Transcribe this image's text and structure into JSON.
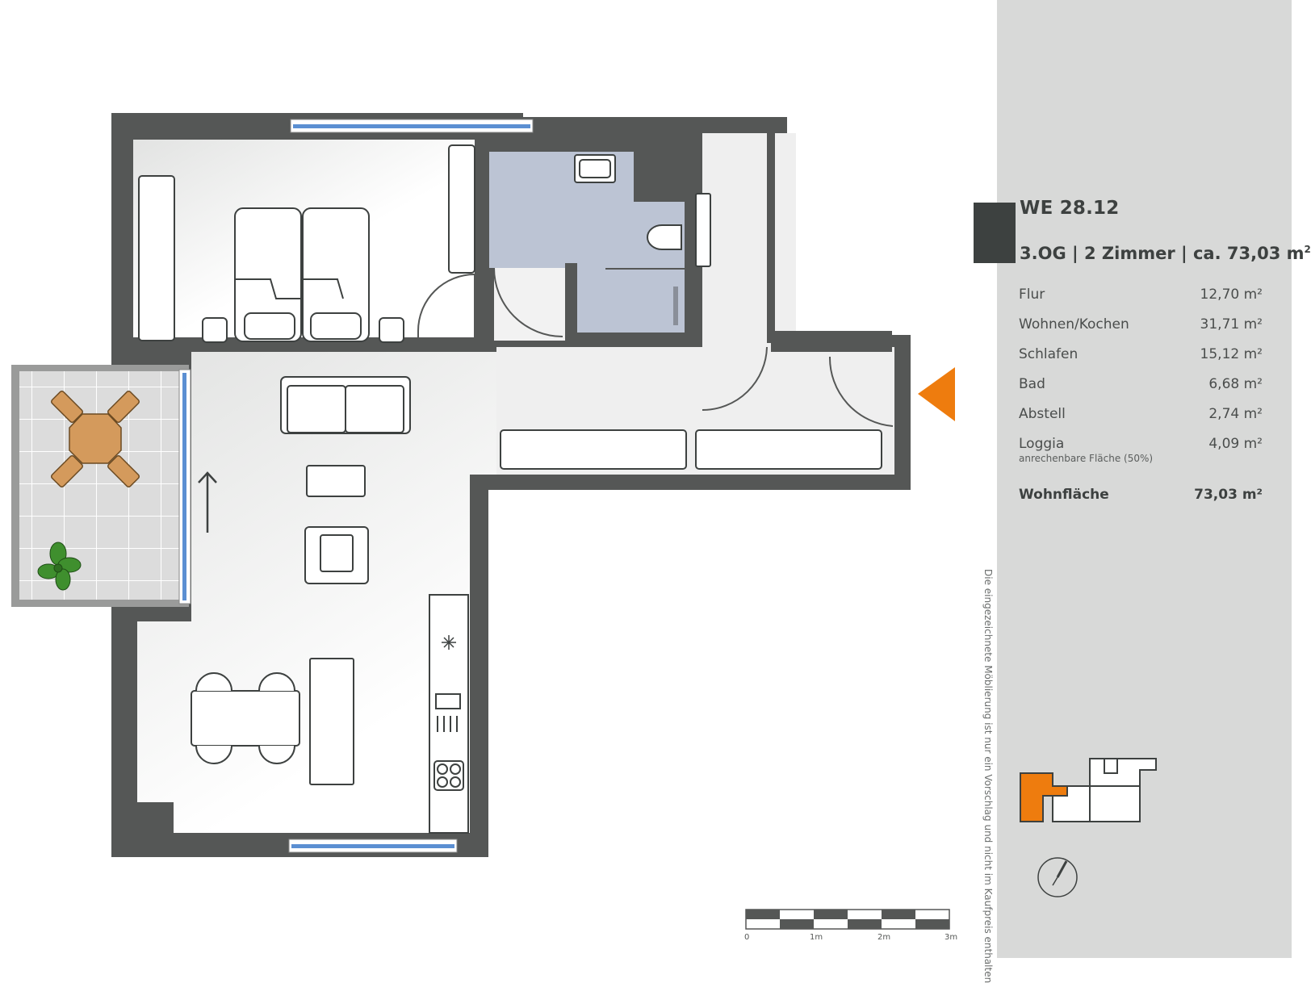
{
  "unit": {
    "title": "WE 28.12",
    "subtitle": "3.OG | 2 Zimmer | ca. 73,03 m",
    "subtitle_sup": "2"
  },
  "rooms": [
    {
      "name": "Flur",
      "area": "12,70 m²"
    },
    {
      "name": "Wohnen/Kochen",
      "area": "31,71 m²"
    },
    {
      "name": "Schlafen",
      "area": "15,12 m²"
    },
    {
      "name": "Bad",
      "area": "6,68 m²"
    },
    {
      "name": "Abstell",
      "area": "2,74 m²"
    },
    {
      "name": "Loggia",
      "area": "4,09 m²",
      "note": "anrechenbare Fläche (50%)"
    }
  ],
  "total": {
    "name": "Wohnfläche",
    "area": "73,03 m²"
  },
  "disclaimer": "Die eingezeichnete Möblierung ist nur ein Vorschlag und nicht im Kaufpreis enthalten",
  "scale": {
    "ticks": [
      "0",
      "1m",
      "2m",
      "3m"
    ]
  },
  "colors": {
    "wall": "#555756",
    "sidebar": "#d8d9d8",
    "accent": "#ee7c0e",
    "bath": "#bcc4d4",
    "window": "#5b8fd2",
    "title": "#3d4140"
  },
  "icons": [
    "entrance-arrow-icon",
    "compass-icon",
    "plant-icon",
    "dining-set-icon",
    "hob-icon",
    "sink-icon",
    "fan-icon"
  ]
}
